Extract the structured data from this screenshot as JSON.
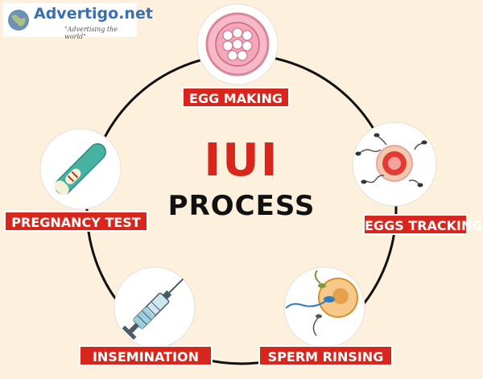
{
  "logo": {
    "brand": "Advertigo.net",
    "tagline": "\"Advertising the world\""
  },
  "title": {
    "main": "IUI",
    "sub": "PROCESS"
  },
  "steps": [
    {
      "label": "EGG MAKING",
      "icon": "egg-cluster-icon"
    },
    {
      "label": "EGGS TRACKING",
      "icon": "egg-sperm-icon"
    },
    {
      "label": "SPERM RINSING",
      "icon": "sperm-fertilization-icon"
    },
    {
      "label": "INSEMINATION",
      "icon": "syringe-icon"
    },
    {
      "label": "PREGNANCY TEST",
      "icon": "pregnancy-test-icon"
    }
  ],
  "colors": {
    "background": "#fdf0dc",
    "accent": "#d8261c",
    "ring": "#111111"
  }
}
